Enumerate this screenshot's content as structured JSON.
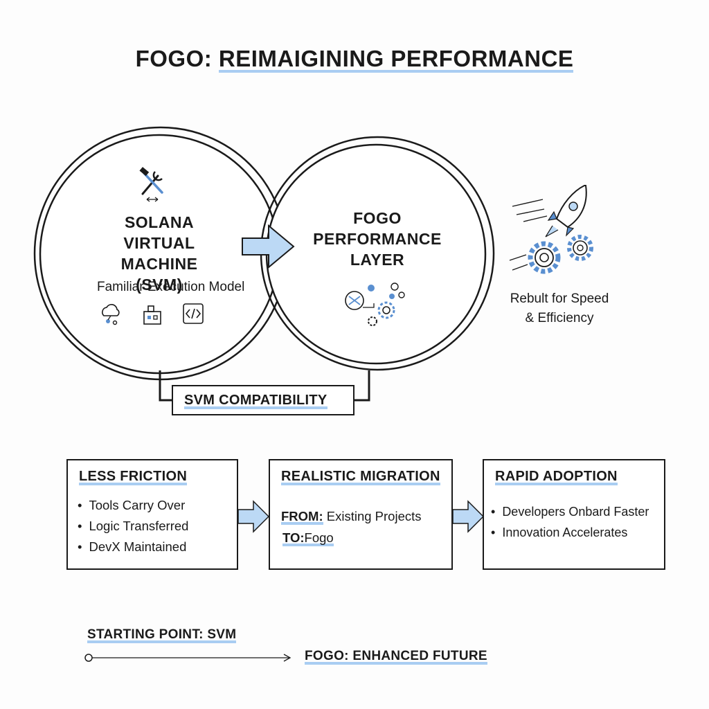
{
  "title": {
    "prefix": "FOGO:",
    "highlight": "REIMAIGINING PERFORMANCE"
  },
  "left_circle": {
    "line1": "SOLANA",
    "line2": "VIRTUAL MACHINE",
    "line3": "(SVM)",
    "caption": "Familiar Execution Model",
    "icons": [
      "tools-icon",
      "cloud-node-icon",
      "building-icon",
      "code-icon"
    ]
  },
  "right_circle": {
    "line1": "FOGO",
    "line2": "PERFORMANCE",
    "line3": "LAYER",
    "icons": [
      "network-gear-icon"
    ]
  },
  "side_note": {
    "line1": "Rebult for Speed",
    "line2": "& Efficiency",
    "icons": [
      "rocket-icon",
      "gears-icon"
    ]
  },
  "compat_label": "SVM COMPATIBILITY",
  "boxes": [
    {
      "heading": "LESS FRICTION",
      "items": [
        "Tools Carry Over",
        "Logic Transferred",
        "DevX Maintained"
      ]
    },
    {
      "heading": "REALISTIC MIGRATION",
      "from_label": "FROM:",
      "from_value": "Existing Projects",
      "to_label": "TO:",
      "to_value": "Fogo"
    },
    {
      "heading": "RAPID ADOPTION",
      "items": [
        "Developers Onbard Faster",
        "Innovation Accelerates"
      ]
    }
  ],
  "timeline": {
    "start": "STARTING POINT: SVM",
    "end": "FOGO: ENHANCED FUTURE"
  },
  "colors": {
    "accent": "#a9cdf2",
    "arrow_fill": "#bcd9f5",
    "ink": "#1a1a1a"
  }
}
